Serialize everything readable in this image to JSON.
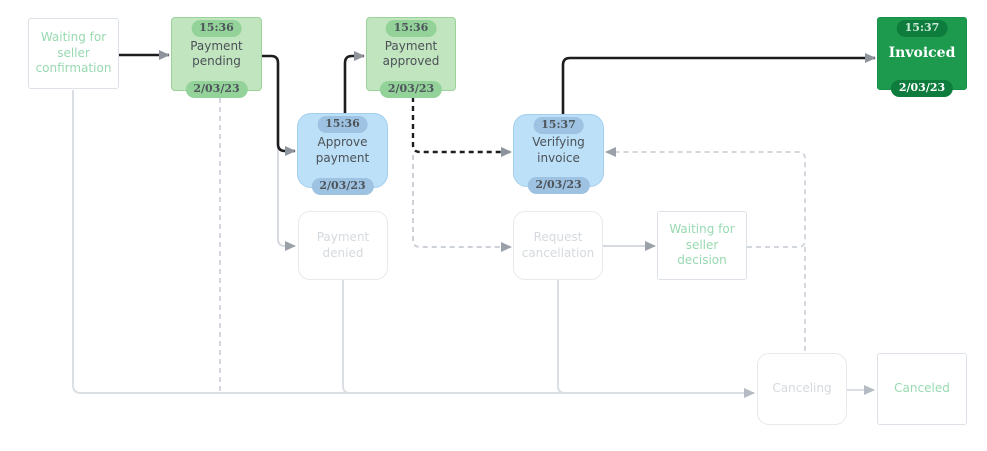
{
  "diagram": {
    "title_hint": "order status workflow",
    "nodes": {
      "waiting_seller_confirmation": {
        "label": "Waiting for seller confirmation",
        "state": "visited-outline"
      },
      "payment_pending": {
        "label": "Payment pending",
        "time": "15:36",
        "date": "2/03/23",
        "state": "completed-green"
      },
      "approve_payment": {
        "label": "Approve payment",
        "time": "15:36",
        "date": "2/03/23",
        "state": "completed-blue"
      },
      "payment_approved": {
        "label": "Payment approved",
        "time": "15:36",
        "date": "2/03/23",
        "state": "completed-green"
      },
      "verifying_invoice": {
        "label": "Verifying invoice",
        "time": "15:37",
        "date": "2/03/23",
        "state": "completed-blue"
      },
      "invoiced": {
        "label": "Invoiced",
        "time": "15:37",
        "date": "2/03/23",
        "state": "current-dark-green"
      },
      "payment_denied": {
        "label": "Payment denied",
        "state": "inactive"
      },
      "request_cancellation": {
        "label": "Request cancellation",
        "state": "inactive"
      },
      "waiting_seller_decision": {
        "label": "Waiting for seller decision",
        "state": "inactive-outline-green"
      },
      "canceling": {
        "label": "Canceling",
        "state": "inactive"
      },
      "canceled": {
        "label": "Canceled",
        "state": "inactive-outline-green"
      }
    },
    "edges": [
      {
        "from": "waiting_seller_confirmation",
        "to": "payment_pending",
        "style": "solid-active"
      },
      {
        "from": "payment_pending",
        "to": "approve_payment",
        "style": "solid-active"
      },
      {
        "from": "approve_payment",
        "to": "payment_approved",
        "style": "solid-active"
      },
      {
        "from": "payment_approved",
        "to": "verifying_invoice",
        "style": "dashed-active"
      },
      {
        "from": "verifying_invoice",
        "to": "invoiced",
        "style": "solid-active"
      },
      {
        "from": "payment_pending",
        "to": "payment_denied",
        "style": "solid-inactive"
      },
      {
        "from": "payment_approved",
        "to": "request_cancellation",
        "style": "dashed-inactive"
      },
      {
        "from": "request_cancellation",
        "to": "waiting_seller_decision",
        "style": "solid-inactive"
      },
      {
        "from": "waiting_seller_decision",
        "to": "verifying_invoice",
        "style": "dashed-inactive"
      },
      {
        "from": "waiting_seller_decision",
        "to": "canceling",
        "style": "dashed-inactive"
      },
      {
        "from": "waiting_seller_confirmation",
        "to": "canceling",
        "style": "solid-inactive"
      },
      {
        "from": "payment_pending",
        "to": "canceling",
        "style": "dashed-inactive"
      },
      {
        "from": "payment_denied",
        "to": "canceling",
        "style": "solid-inactive"
      },
      {
        "from": "request_cancellation",
        "to": "canceling",
        "style": "solid-inactive"
      },
      {
        "from": "canceling",
        "to": "canceled",
        "style": "solid-inactive"
      }
    ],
    "colors": {
      "active_line": "#1d1d1f",
      "inactive_line": "#d8dce1",
      "green_fill": "#c1e5bf",
      "green_badge": "#93d39a",
      "blue_fill": "#bce0f7",
      "blue_badge": "#9dc2e2",
      "dark_green_fill": "#1e9a4f",
      "dark_green_badge": "#0d7c3c",
      "mint_text": "#98d9b1",
      "faded_text": "#d5dade"
    }
  }
}
